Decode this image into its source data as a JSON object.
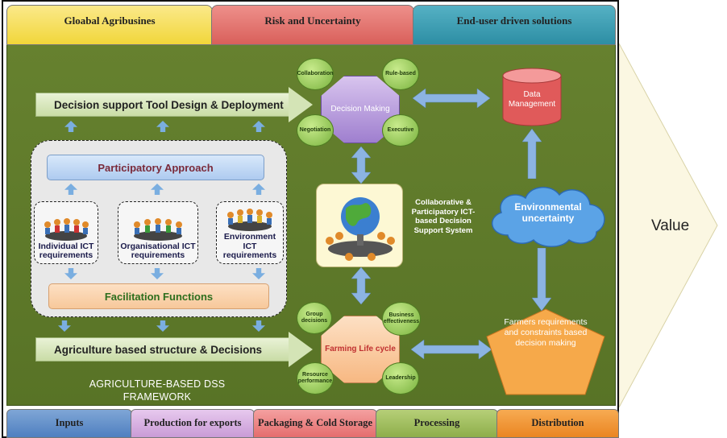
{
  "top_tabs": [
    "Gloabal Agribusines",
    "Risk and Uncertainty",
    "End-user driven solutions"
  ],
  "bottom_tabs": [
    "Inputs",
    "Production for exports",
    "Packaging & Cold Storage",
    "Processing",
    "Distribution"
  ],
  "value_label": "Value",
  "bands": {
    "top": "Decision support Tool Design & Deployment",
    "bottom": "Agriculture based structure & Decisions"
  },
  "participatory": {
    "approach": "Participatory Approach",
    "facilitation": "Facilitation Functions",
    "requirements": [
      "Individual ICT requirements",
      "Organisational ICT requirements",
      "Environment ICT requirements"
    ]
  },
  "decision_making": {
    "center": "Decision Making",
    "satellites": [
      "Collaboration",
      "Rule-based",
      "Negotiation",
      "Executive"
    ]
  },
  "farming": {
    "center": "Farming Life cycle",
    "satellites": [
      "Group decisions",
      "Business effectiveness",
      "Resource performance",
      "Leadership"
    ]
  },
  "data_management": "Data Management",
  "system_label": "Collaborative & Participatory ICT-based Decision Support System",
  "environmental": "Environmental uncertainty",
  "farmers": "Farmers requirements and constraints based decision making",
  "framework_title": "AGRICULTURE-BASED DSS FRAMEWORK"
}
